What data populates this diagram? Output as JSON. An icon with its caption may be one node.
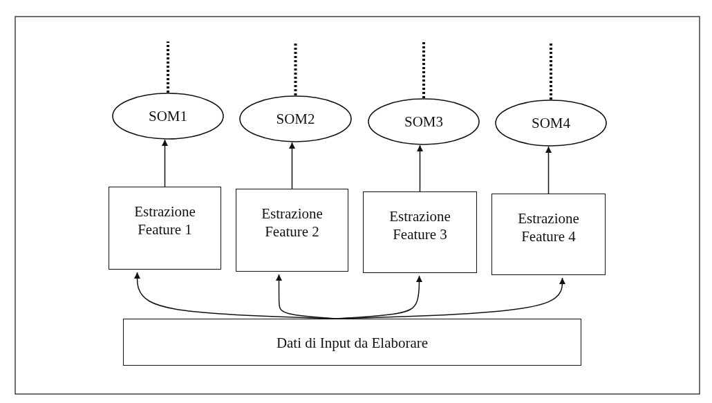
{
  "diagram": {
    "nodes": [
      {
        "text": [
          "SOM1"
        ]
      },
      {
        "text": [
          "SOM2"
        ]
      },
      {
        "text": [
          "SOM3"
        ]
      },
      {
        "text": [
          "SOM4"
        ]
      },
      {
        "text": [
          "Estrazione Feature 1"
        ]
      },
      {
        "text": [
          "Estrazione Feature 2"
        ]
      },
      {
        "text": [
          "Estrazione Feature 3"
        ]
      },
      {
        "text": [
          "Estrazione Feature 4"
        ]
      },
      {
        "text": [
          "Dati di Input da Elaborare"
        ]
      }
    ],
    "edges": [
      {
        "from": 0,
        "to": null,
        "arrow": "none",
        "style": "dashed"
      },
      {
        "from": 1,
        "to": null,
        "arrow": "none",
        "style": "dashed"
      },
      {
        "from": 2,
        "to": null,
        "arrow": "none",
        "style": "dashed"
      },
      {
        "from": 3,
        "to": null,
        "arrow": "none",
        "style": "dashed"
      },
      {
        "from": 4,
        "to": 0,
        "arrow": "to"
      },
      {
        "from": 5,
        "to": 1,
        "arrow": "to"
      },
      {
        "from": 6,
        "to": 2,
        "arrow": "to"
      },
      {
        "from": 7,
        "to": 3,
        "arrow": "to"
      },
      {
        "from": 8,
        "to": 4,
        "arrow": "to"
      },
      {
        "from": 8,
        "to": 5,
        "arrow": "to"
      },
      {
        "from": 8,
        "to": 6,
        "arrow": "to"
      },
      {
        "from": 8,
        "to": 7,
        "arrow": "to"
      }
    ]
  }
}
